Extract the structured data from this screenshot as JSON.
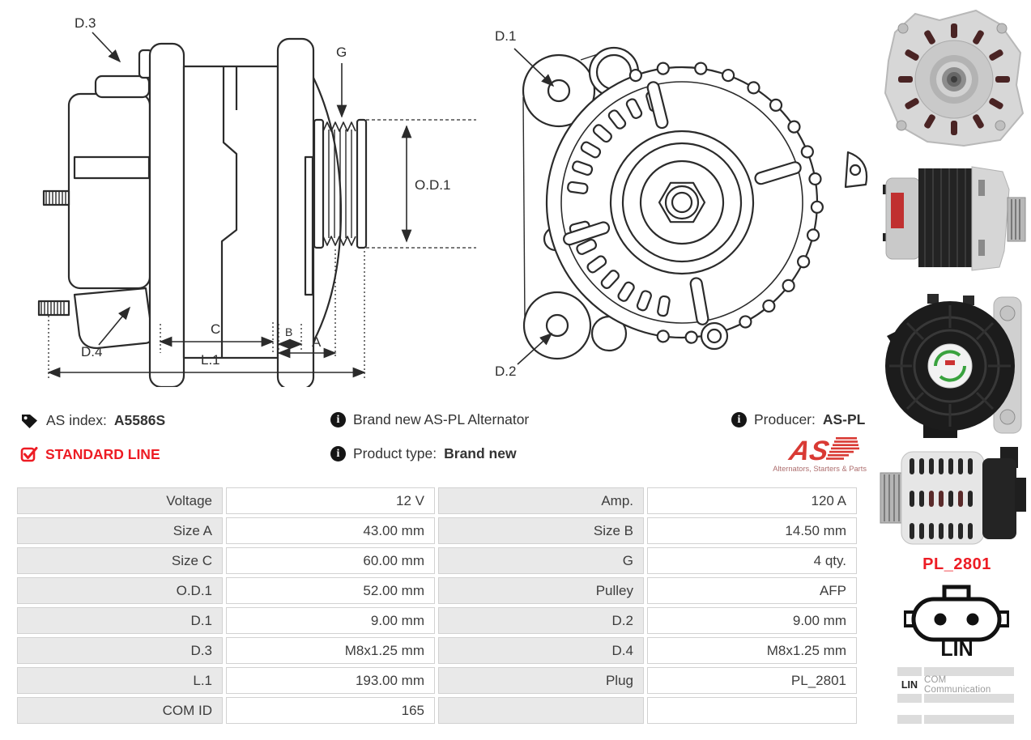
{
  "colors": {
    "accent_red": "#ed1c24"
  },
  "icons": {
    "info_glyph": "i"
  },
  "drawing_side": {
    "d3": "D.3",
    "d4": "D.4",
    "g": "G",
    "od1": "O.D.1",
    "c": "C",
    "b": "B",
    "a": "A",
    "l1": "L.1"
  },
  "drawing_front": {
    "d1": "D.1",
    "d2": "D.2"
  },
  "info": {
    "as_index_label": "AS index:",
    "as_index_value": "A5586S",
    "standard_line": "STANDARD LINE",
    "brand_new_text": "Brand new AS-PL Alternator",
    "product_type_label": "Product type:",
    "product_type_value": "Brand new",
    "producer_label": "Producer:",
    "producer_value": "AS-PL",
    "logo_as": "AS",
    "logo_tagline": "Alternators, Starters & Parts"
  },
  "specs": {
    "rows": [
      {
        "l1": "Voltage",
        "v1": "12 V",
        "l2": "Amp.",
        "v2": "120 A"
      },
      {
        "l1": "Size A",
        "v1": "43.00 mm",
        "l2": "Size B",
        "v2": "14.50 mm"
      },
      {
        "l1": "Size C",
        "v1": "60.00 mm",
        "l2": "G",
        "v2": "4 qty."
      },
      {
        "l1": "O.D.1",
        "v1": "52.00 mm",
        "l2": "Pulley",
        "v2": "AFP"
      },
      {
        "l1": "D.1",
        "v1": "9.00 mm",
        "l2": "D.2",
        "v2": "9.00 mm"
      },
      {
        "l1": "D.3",
        "v1": "M8x1.25 mm",
        "l2": "D.4",
        "v2": "M8x1.25 mm"
      },
      {
        "l1": "L.1",
        "v1": "193.00 mm",
        "l2": "Plug",
        "v2": "PL_2801"
      },
      {
        "l1": "COM ID",
        "v1": "165",
        "l2": "",
        "v2": ""
      }
    ]
  },
  "plug": {
    "name": "PL_2801",
    "pin_type": "LIN",
    "legend_key": "LIN",
    "legend_value": "COM Communication"
  }
}
